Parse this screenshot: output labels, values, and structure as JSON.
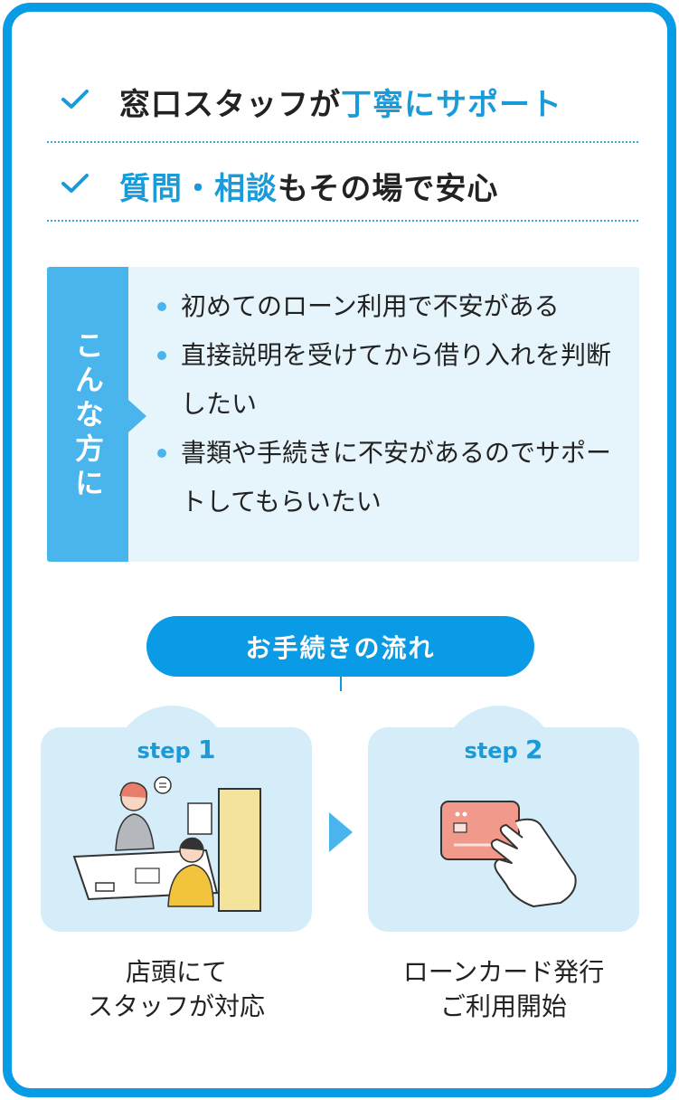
{
  "features": [
    {
      "pre": "窓口スタッフが",
      "hl": "丁寧にサポート",
      "post": ""
    },
    {
      "pre": "",
      "hl": "質問・相談",
      "post": "もその場で安心"
    }
  ],
  "target": {
    "label": "こんな方に",
    "items": [
      "初めてのローン利用で不安がある",
      "直接説明を受けてから借り入れを判断したい",
      "書類や手続きに不安があるのでサポートしてもらいたい"
    ]
  },
  "flow": {
    "title": "お手続きの流れ",
    "steps": [
      {
        "prefix": "step",
        "num": "1",
        "line1": "店頭にて",
        "line2": "スタッフが対応"
      },
      {
        "prefix": "step",
        "num": "2",
        "line1": "ローンカード発行",
        "line2": "ご利用開始"
      }
    ]
  },
  "colors": {
    "accent": "#199ad9",
    "border": "#0a9be6",
    "panel": "#e6f4fb",
    "label": "#49b5ec",
    "step_bg": "#d4edf8"
  },
  "icons": [
    "check-icon",
    "bullet-dot-icon",
    "arrow-right-icon",
    "staff-counter-illustration",
    "card-hand-illustration"
  ]
}
